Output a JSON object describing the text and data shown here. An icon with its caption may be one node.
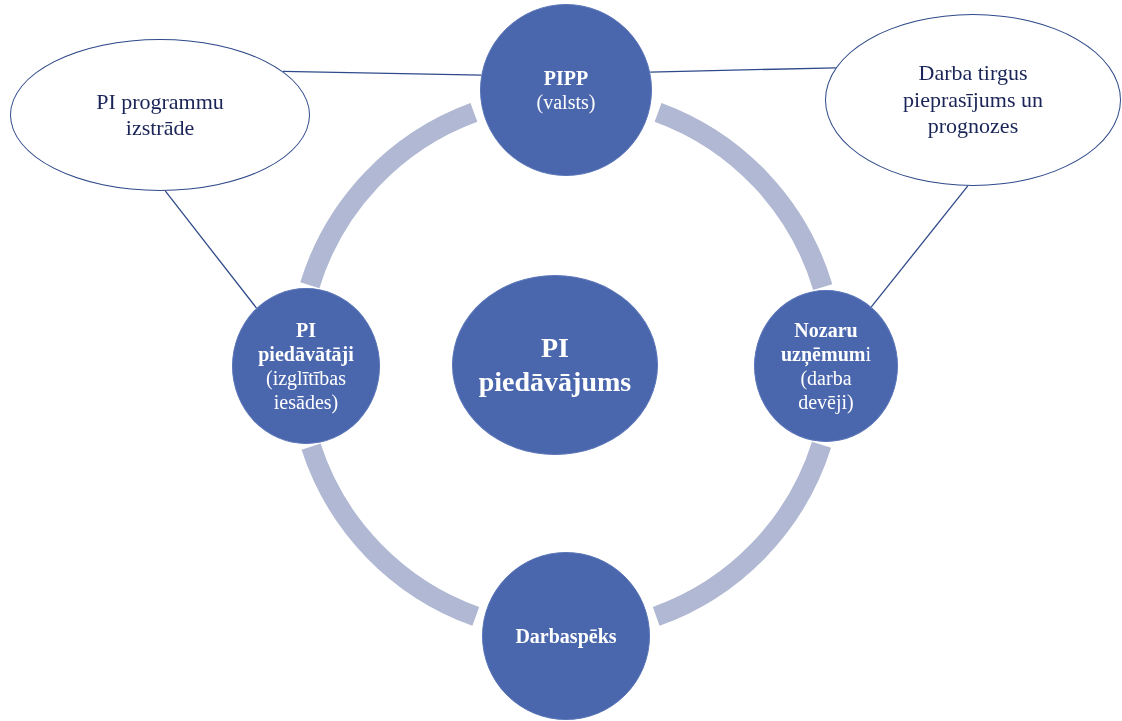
{
  "diagram": {
    "nodes": [
      {
        "text": [
          "PI programmu izstrāde"
        ]
      },
      {
        "text": [
          "PIPP",
          "(valsts)"
        ]
      },
      {
        "text": [
          "Darba tirgus pieprasījums un prognozes"
        ]
      },
      {
        "text": [
          "PI piedāvātāji",
          "(izglītības iesādes)"
        ]
      },
      {
        "text": [
          "PI piedāvājums"
        ]
      },
      {
        "text": [
          "**Nozaru uzņēmum**i",
          "(darba devēji)"
        ]
      },
      {
        "text": [
          "Darbaspēks"
        ]
      }
    ],
    "edges": [
      {
        "from": 0,
        "to": 1,
        "arrow": "none"
      },
      {
        "from": 1,
        "to": 2,
        "arrow": "none"
      },
      {
        "from": 0,
        "to": 3,
        "arrow": "none"
      },
      {
        "from": 2,
        "to": 5,
        "arrow": "none"
      },
      {
        "from": 1,
        "to": 3,
        "arrow": "none",
        "style": "thick",
        "color": "#b0b8d3"
      },
      {
        "from": 1,
        "to": 5,
        "arrow": "none",
        "style": "thick",
        "color": "#b0b8d3"
      },
      {
        "from": 3,
        "to": 6,
        "arrow": "none",
        "style": "thick",
        "color": "#b0b8d3"
      },
      {
        "from": 5,
        "to": 6,
        "arrow": "none",
        "style": "thick",
        "color": "#b0b8d3"
      }
    ]
  }
}
